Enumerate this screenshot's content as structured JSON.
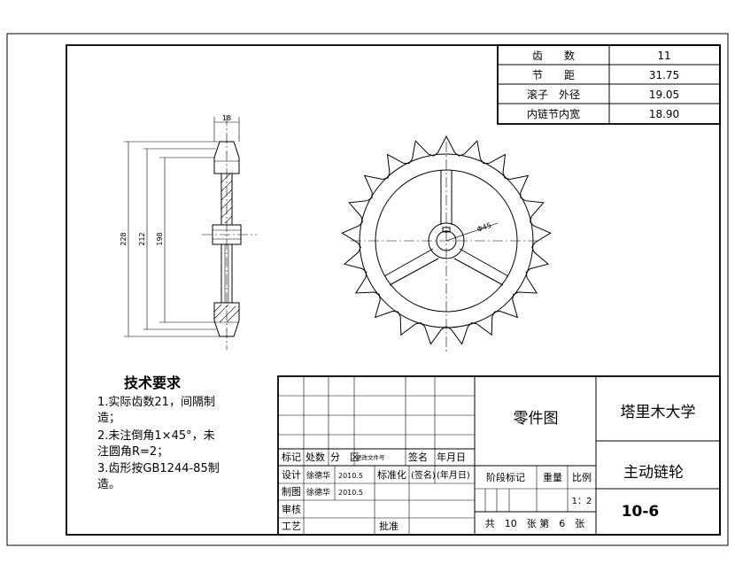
{
  "params": [
    {
      "label": "齿　　数",
      "value": "11"
    },
    {
      "label": "节　　距",
      "value": "31.75"
    },
    {
      "label": "滚子　外径",
      "value": "19.05"
    },
    {
      "label": "内链节内宽",
      "value": "18.90"
    }
  ],
  "dimensions": {
    "width_top": "18",
    "d1": "228",
    "d2": "212",
    "d3": "198",
    "bore": "Φ45"
  },
  "tech": {
    "title": "技术要求",
    "lines": [
      "1.实际齿数21，间隔制",
      "造；",
      "2.未注倒角1×45°，未",
      "注圆角R=2；",
      "3.齿形按GB1244-85制",
      "造。"
    ]
  },
  "title_block": {
    "row_mark": [
      "标记",
      "处数",
      "分　区",
      "更改文件号",
      "签名",
      "年月日"
    ],
    "design": "设计",
    "design_name": "徐德华",
    "design_date": "2010.5",
    "standard": "标准化",
    "sign": "(签名)",
    "date_col": "(年月日)",
    "draw": "制图",
    "draw_name": "徐德华",
    "draw_date": "2010.5",
    "review": "审核",
    "craft": "工艺",
    "approve": "批准",
    "stage": "阶段标记",
    "weight": "重量",
    "ratio": "比例",
    "scale": "1：2",
    "sheets": "共　10　张 第　6　张",
    "part_drawing": "零件图",
    "school": "塔里木大学",
    "part_name": "主动链轮",
    "number": "10-6"
  }
}
